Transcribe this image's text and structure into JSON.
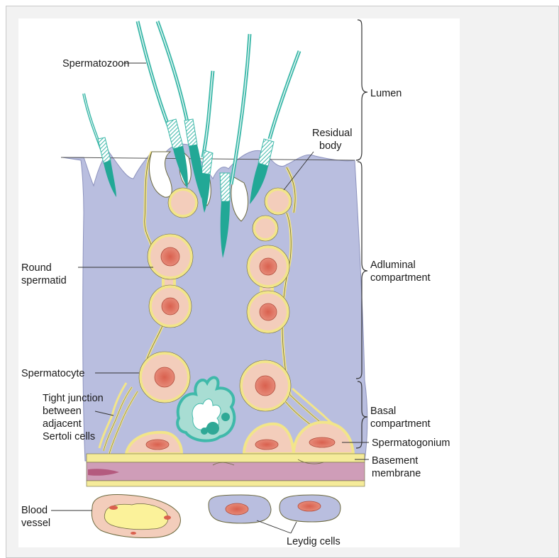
{
  "labels": {
    "spermatozoon": "Spermatozoon",
    "lumen": "Lumen",
    "residual_body_1": "Residual",
    "residual_body_2": "body",
    "round_spermatid_1": "Round",
    "round_spermatid_2": "spermatid",
    "adluminal_1": "Adluminal",
    "adluminal_2": "compartment",
    "spermatocyte": "Spermatocyte",
    "tight_junction_1": "Tight junction",
    "tight_junction_2": "between",
    "tight_junction_3": "adjacent",
    "tight_junction_4": "Sertoli cells",
    "basal_1": "Basal",
    "basal_2": "compartment",
    "spermatogonium": "Spermatogonium",
    "basement_1": "Basement",
    "basement_2": "membrane",
    "blood_vessel_1": "Blood",
    "blood_vessel_2": "vessel",
    "leydig_cells": "Leydig cells"
  },
  "colors": {
    "sertoli": "#b9bedf",
    "cell_fill": "#f3cdbb",
    "cell_outline": "#f4e8a4",
    "nucleus": "#e07d6a",
    "sperm_teal": "#3fb9aa",
    "membrane_yellow": "#f5eb9a",
    "membrane_pink": "#cf9db8",
    "blood_fill": "#fbf29a"
  }
}
